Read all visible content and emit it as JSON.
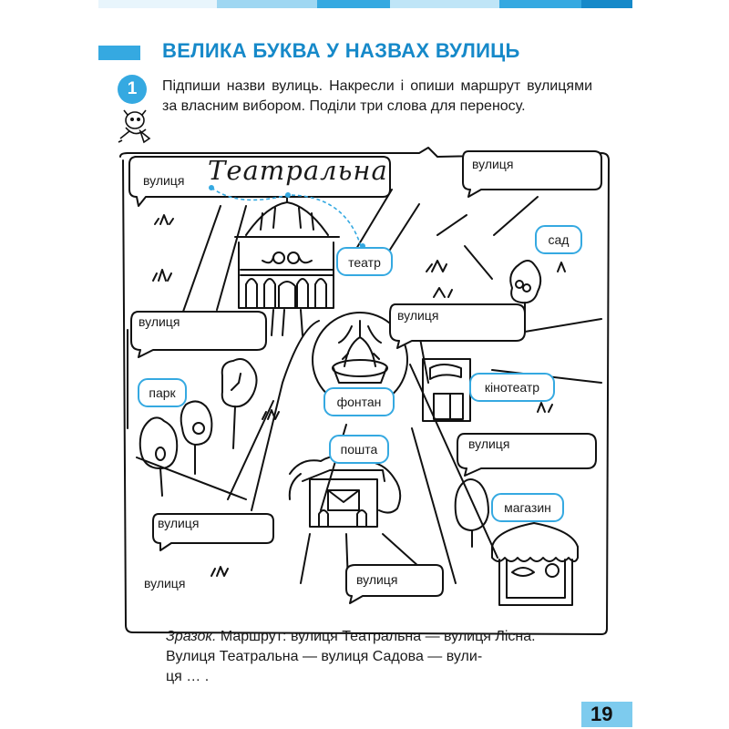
{
  "header": {
    "title": "ВЕЛИКА БУКВА У НАЗВАХ ВУЛИЦЬ",
    "accent_color": "#35a9e1"
  },
  "task": {
    "number": "1",
    "instruction": "Підпиши назви вулиць. Накресли і опиши маршрут вулицями за власним вибором. Поділи три слова для переносу."
  },
  "map": {
    "street_labels": [
      "вулиця",
      "вулиця",
      "вулиця",
      "вулиця",
      "вулиця",
      "вулиця",
      "вулиця",
      "вулиця"
    ],
    "handwritten_street": "Театральна",
    "places": {
      "theater": "театр",
      "garden": "сад",
      "park": "парк",
      "fountain": "фонтан",
      "cinema": "кінотеатр",
      "post": "пошта",
      "shop": "магазин"
    }
  },
  "sample": {
    "label": "Зразок.",
    "line1": " Маршрут: вулиця Театральна — вулиця Лісна.",
    "line2": "Вулиця Театральна — вулиця Садова — вули-",
    "line3": "ця … ."
  },
  "page_number": "19"
}
